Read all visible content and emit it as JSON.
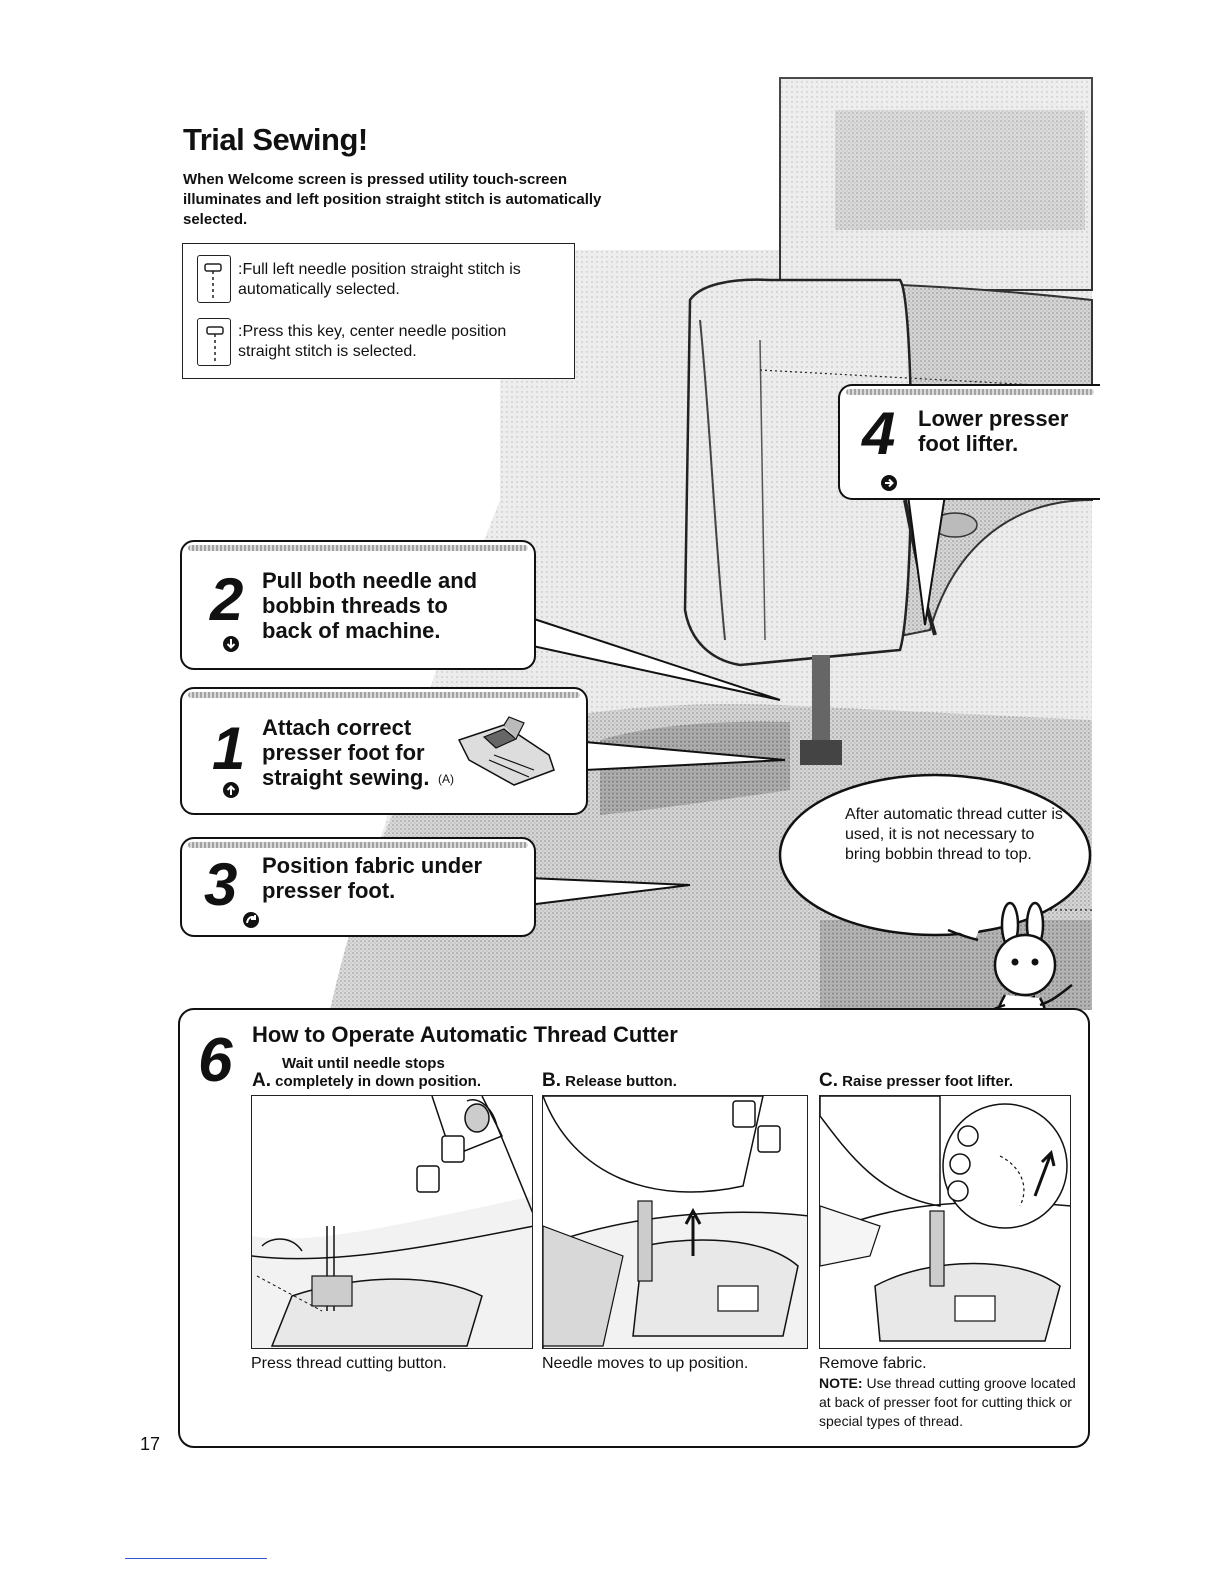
{
  "header": {
    "title": "Trial Sewing!",
    "intro": "When Welcome screen is pressed utility touch-screen illuminates and left position straight stitch is automatically selected."
  },
  "stitch_info": [
    {
      "icon": "left-straight-stitch-key-icon",
      "text": ":Full left needle position straight stitch is automatically selected."
    },
    {
      "icon": "center-straight-stitch-key-icon",
      "text": ":Press this key, center needle position straight stitch is selected."
    }
  ],
  "steps": {
    "step1": {
      "number": "1",
      "text": "Attach correct presser foot for straight sewing.",
      "label": "(A)"
    },
    "step2": {
      "number": "2",
      "text": "Pull both needle and bobbin threads to back of machine."
    },
    "step3": {
      "number": "3",
      "text": "Position fabric under presser foot."
    },
    "step4": {
      "number": "4",
      "text": "Lower presser foot lifter."
    }
  },
  "bubble": {
    "text": "After automatic thread cutter is used, it is not necessary to bring bobbin thread to top."
  },
  "section6": {
    "number": "6",
    "title": "How to Operate Automatic Thread Cutter",
    "a": {
      "letter": "A.",
      "line1": "Wait until needle stops",
      "line2": "completely in down position.",
      "caption": "Press thread cutting button."
    },
    "b": {
      "letter": "B.",
      "heading": "Release button.",
      "caption": "Needle moves to up position."
    },
    "c": {
      "letter": "C.",
      "heading": "Raise presser foot lifter.",
      "caption": "Remove fabric.",
      "note_label": "NOTE:",
      "note_text": "Use thread cutting groove located at back of presser foot for cutting thick or special types of thread."
    }
  },
  "footer": {
    "page_number": "17"
  }
}
